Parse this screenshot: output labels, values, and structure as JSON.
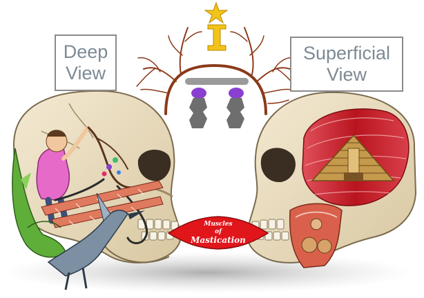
{
  "labels": {
    "deep": [
      "Deep",
      "View"
    ],
    "superficial": [
      "Superficial",
      "View"
    ]
  },
  "banner": {
    "lines": [
      "Muscles",
      "of",
      "Mastication"
    ]
  },
  "colors": {
    "bone": "#e9dcc0",
    "bone_shadow": "#b9a886",
    "nerve": "#8b3a1a",
    "banner": "#e0161b",
    "muscle": "#c8202a",
    "star": "#f2c318",
    "purple": "#8a3fd1",
    "shirt": "#e66bc8",
    "dragon": "#5fae3a"
  },
  "icons": [
    "star-icon",
    "roman-numeral-one",
    "mushroom-figures",
    "dragon-figure",
    "heron-figure",
    "pyramid-figure",
    "muscleman-figure"
  ]
}
